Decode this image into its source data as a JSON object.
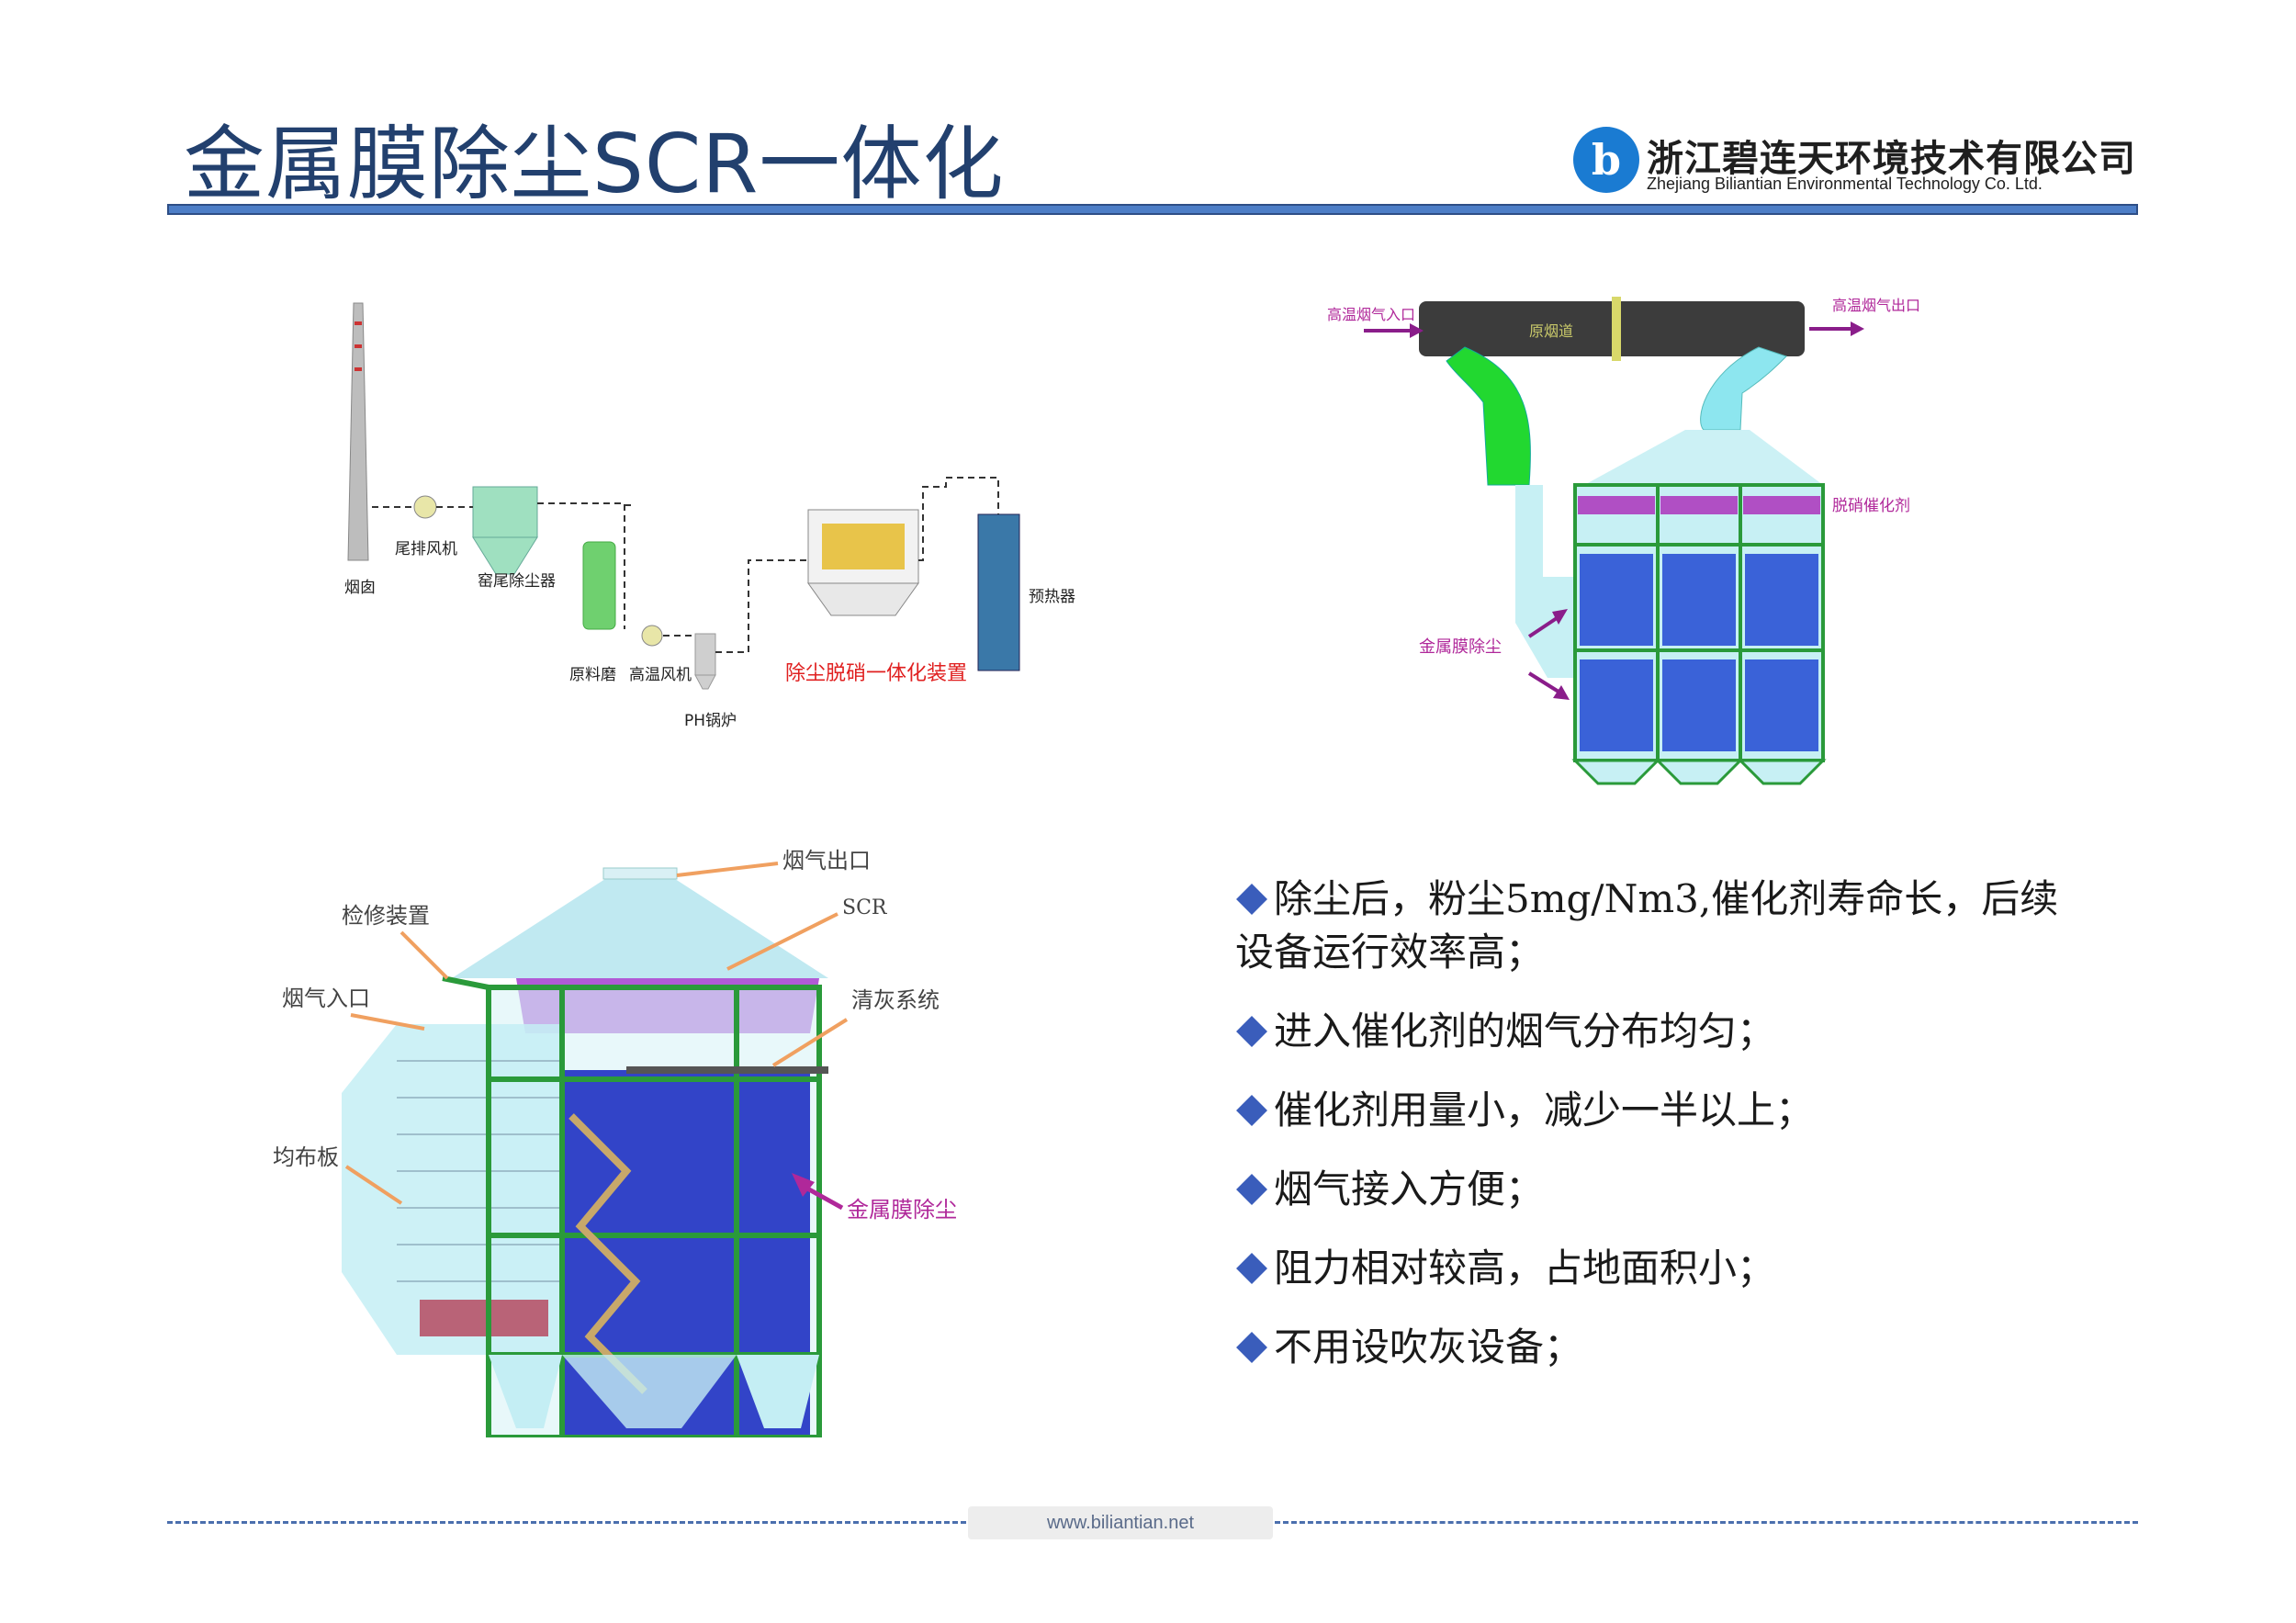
{
  "header": {
    "title": "金属膜除尘SCR一体化",
    "company_cn": "浙江碧连天环境技术有限公司",
    "company_en": "Zhejiang Biliantian Environmental Technology Co. Ltd."
  },
  "diagram1": {
    "labels": {
      "chimney": "烟囱",
      "tail_fan": "尾排风机",
      "kiln_dust": "窑尾除尘器",
      "raw_mill": "原料磨",
      "high_temp_fan": "高温风机",
      "ph_boiler": "PH锅炉",
      "integrated_unit": "除尘脱硝一体化装置",
      "preheater": "预热器"
    }
  },
  "diagram2": {
    "labels": {
      "inlet": "高温烟气入口",
      "duct": "原烟道",
      "outlet": "高温烟气出口",
      "catalyst": "脱硝催化剂",
      "membrane": "金属膜除尘"
    }
  },
  "diagram3": {
    "labels": {
      "outlet": "烟气出口",
      "maintenance": "检修装置",
      "scr": "SCR",
      "inlet": "烟气入口",
      "ash_cleaning": "清灰系统",
      "distribution_plate": "均布板",
      "membrane": "金属膜除尘"
    }
  },
  "bullets": [
    "除尘后，粉尘5mg/Nm3,催化剂寿命长，后续设备运行效率高；",
    "进入催化剂的烟气分布均匀；",
    "催化剂用量小，减少一半以上；",
    "烟气接入方便；",
    "阻力相对较高，占地面积小；",
    "不用设吹灰设备；"
  ],
  "footer": {
    "url": "www.biliantian.net"
  },
  "colors": {
    "title": "#22406e",
    "rule": "#4d7ec7",
    "bullet_diamond": "#3a5dbb",
    "highlight_red": "#e02020",
    "label_purple": "#b0289a"
  }
}
